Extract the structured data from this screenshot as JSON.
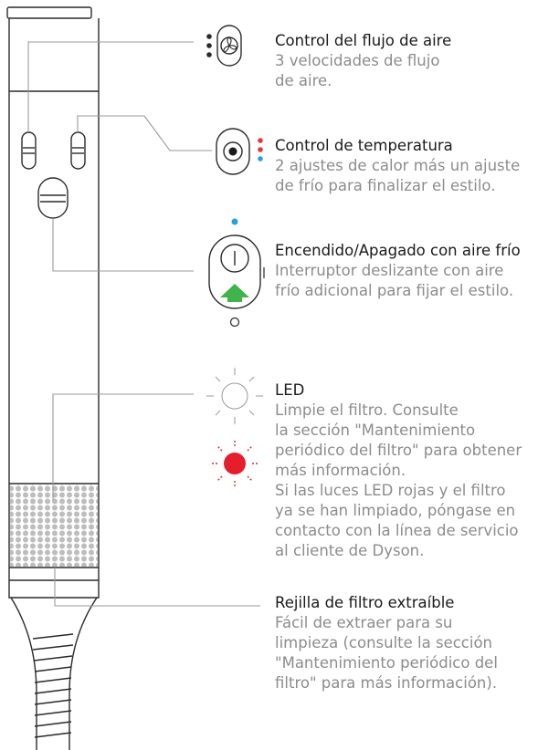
{
  "features": {
    "airflow": {
      "title": "Control del flujo de aire",
      "desc_lines": [
        "3 velocidades de flujo",
        "de aire."
      ]
    },
    "temperature": {
      "title": "Control de temperatura",
      "desc_lines": [
        "2 ajustes de calor más un ajuste",
        "de frío para finalizar el estilo."
      ]
    },
    "power": {
      "title": "Encendido/Apagado con aire frío",
      "desc_lines": [
        "Interruptor deslizante con aire",
        "frío adicional para fijar el estilo."
      ]
    },
    "led": {
      "title": "LED",
      "desc_lines": [
        "Limpie el filtro. Consulte",
        "la sección \"Mantenimiento",
        "periódico del filtro\" para obtener",
        "más información.",
        "Si las luces LED rojas y el filtro",
        "ya se han limpiado, póngase en",
        "contacto con la línea de servicio",
        "al cliente de Dyson."
      ]
    },
    "filter": {
      "title": "Rejilla de filtro extraíble",
      "desc_lines": [
        "Fácil de extraer para su",
        "limpieza (consulte la sección",
        "\"Mantenimiento periódico del",
        "filtro\" para más información)."
      ]
    }
  },
  "colors": {
    "outline": "#2a2a2a",
    "leader": "#9a9a9a",
    "heat_red": "#e8343a",
    "cool_blue": "#1fa3e0",
    "cool_arrow_green": "#3fb44a",
    "led_red": "#e61e2b",
    "grille": "#bdbdbd"
  }
}
